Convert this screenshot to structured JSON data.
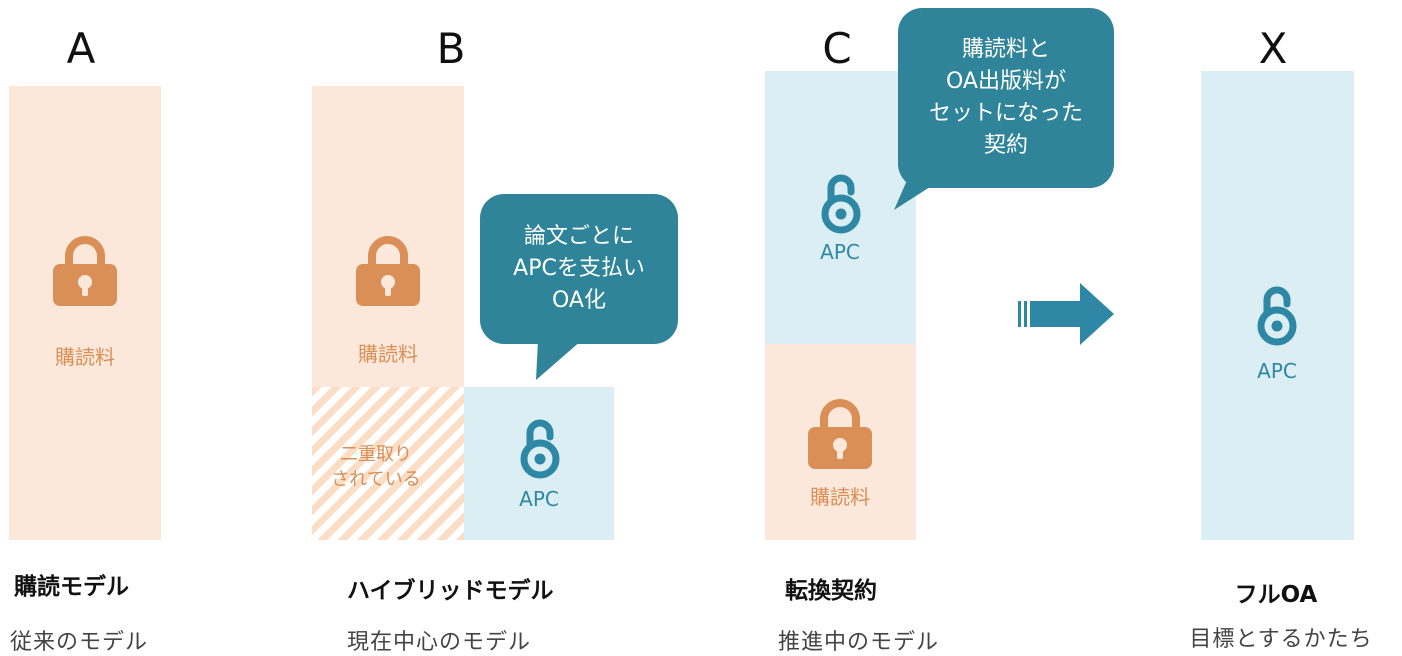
{
  "columns": {
    "a": {
      "letter": "A",
      "name": "購読モデル",
      "desc": "従来のモデル"
    },
    "b": {
      "letter": "B",
      "name": "ハイブリッドモデル",
      "desc": "現在中心のモデル"
    },
    "c": {
      "letter": "C",
      "name": "転換契約",
      "desc": "推進中のモデル"
    },
    "x": {
      "letter": "X",
      "name": "フルOA",
      "desc": "目標とするかたち"
    }
  },
  "labels": {
    "subscription": "購読料",
    "apc": "APC",
    "double_dipping": [
      "二重取り",
      "されている"
    ]
  },
  "bubbles": {
    "b": [
      "論文ごとに",
      "APCを支払い",
      "OA化"
    ],
    "c": [
      "購読料と",
      "OA出版料が",
      "セットになった",
      "契約"
    ]
  },
  "icons": {
    "closed": "padlock-closed-icon",
    "open": "open-access-lock-icon",
    "arrow": "right-arrow-icon"
  },
  "colors": {
    "subscription_fill": "#fce8da",
    "subscription_accent": "#d98f56",
    "oa_fill": "#daeef4",
    "oa_accent": "#2e87a4",
    "bubble": "#2f8499"
  }
}
